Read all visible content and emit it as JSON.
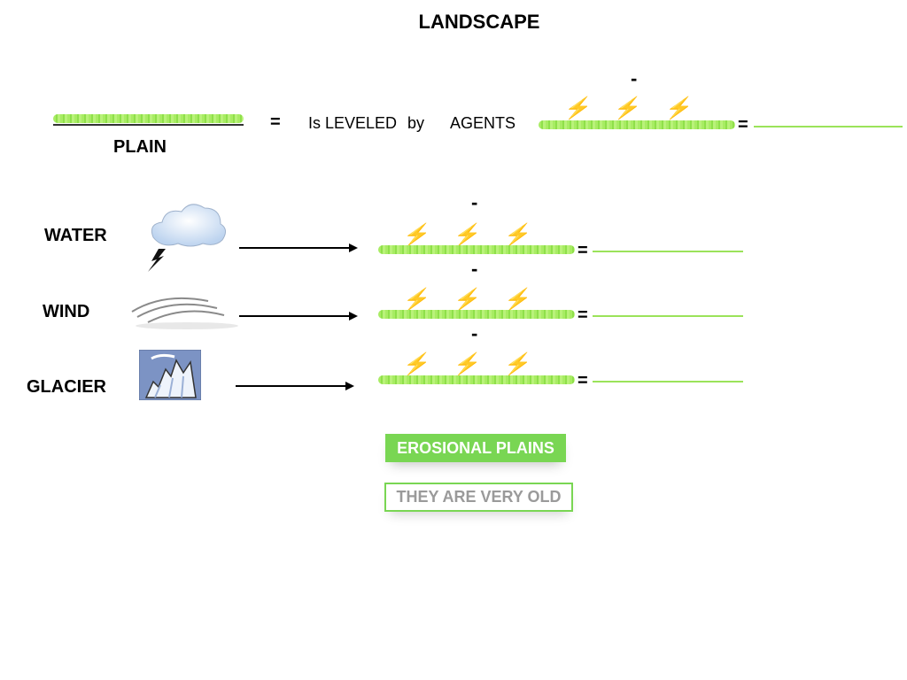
{
  "title": "LANDSCAPE",
  "top_row": {
    "plain_label": "PLAIN",
    "equals": "=",
    "leveled_text": "Is LEVELED",
    "by_text": "by",
    "agents_text": "AGENTS",
    "minus": "-",
    "bolt": "⚡",
    "equals2": "="
  },
  "agents": [
    {
      "label": "WATER",
      "icon": "cloud-icon",
      "minus": "-",
      "equals": "="
    },
    {
      "label": "WIND",
      "icon": "wind-icon",
      "minus": "-",
      "equals": "="
    },
    {
      "label": "GLACIER",
      "icon": "glacier-icon",
      "minus": "-",
      "equals": "="
    }
  ],
  "bolt_glyph": "⚡",
  "buttons": {
    "erosional_plains": "EROSIONAL PLAINS",
    "very_old": "THEY ARE VERY OLD"
  },
  "colors": {
    "grass": "#9be35a",
    "button_green": "#79d653",
    "outline_text": "#9a9a9a"
  }
}
